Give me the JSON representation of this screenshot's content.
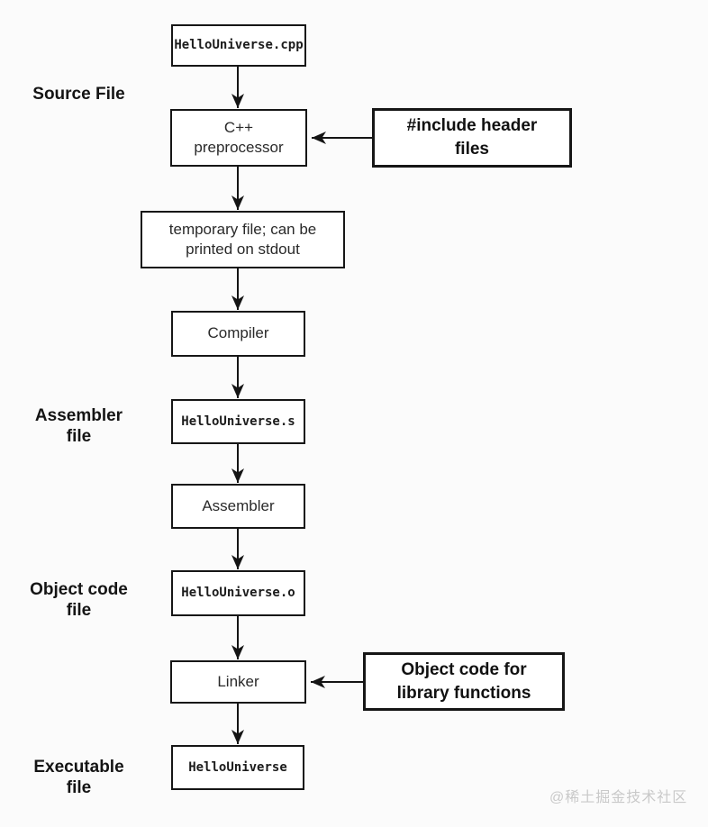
{
  "flowchart": {
    "nodes": {
      "source_file_box": {
        "label": "HelloUniverse.cpp"
      },
      "preprocessor": {
        "label": "C++\npreprocessor"
      },
      "include_headers": {
        "label": "#include header\nfiles"
      },
      "temp_file": {
        "label": "temporary file; can be\nprinted on stdout"
      },
      "compiler": {
        "label": "Compiler"
      },
      "assembly_file_box": {
        "label": "HelloUniverse.s"
      },
      "assembler": {
        "label": "Assembler"
      },
      "object_file_box": {
        "label": "HelloUniverse.o"
      },
      "linker": {
        "label": "Linker"
      },
      "library_objects": {
        "label": "Object code for\nlibrary functions"
      },
      "executable_box": {
        "label": "HelloUniverse"
      }
    },
    "side_labels": {
      "source": "Source File",
      "assembler_file": "Assembler\nfile",
      "object_code_file": "Object code\nfile",
      "executable_file": "Executable\nfile"
    },
    "watermark": "@稀土掘金技术社区",
    "colors": {
      "line": "#161616",
      "box_fill": "#ffffff",
      "background": "#fbfbfb",
      "watermark": "#c9c9c9"
    }
  }
}
